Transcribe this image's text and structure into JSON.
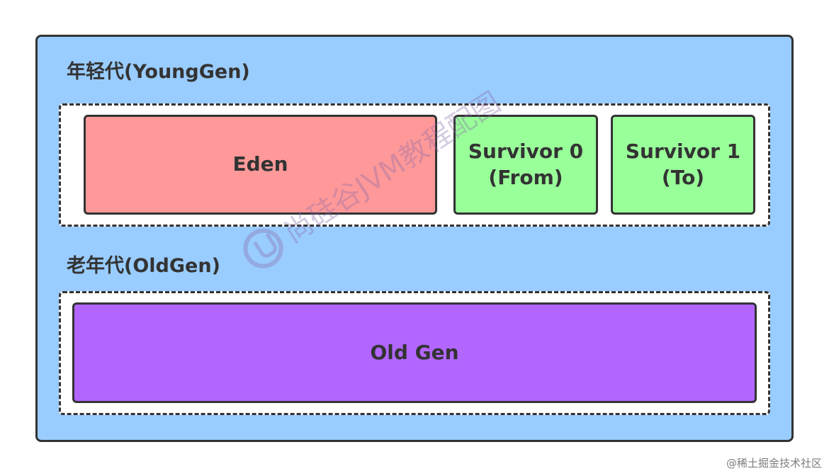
{
  "diagram": {
    "young_gen": {
      "label": "年轻代(YoungGen)",
      "eden": {
        "label": "Eden"
      },
      "survivor0": {
        "line1": "Survivor 0",
        "line2": "(From)"
      },
      "survivor1": {
        "line1": "Survivor 1",
        "line2": "(To)"
      }
    },
    "old_gen": {
      "label": "老年代(OldGen)",
      "box": {
        "label": "Old Gen"
      }
    }
  },
  "watermark": {
    "text": "尚硅谷JVM教程配图"
  },
  "credit": {
    "text": "@稀土掘金技术社区"
  },
  "colors": {
    "heap_background": "#99ccff",
    "eden": "#ff9999",
    "survivor": "#99ff99",
    "old_gen": "#b266ff",
    "border": "#333333",
    "dashed_region": "#ffffff"
  }
}
